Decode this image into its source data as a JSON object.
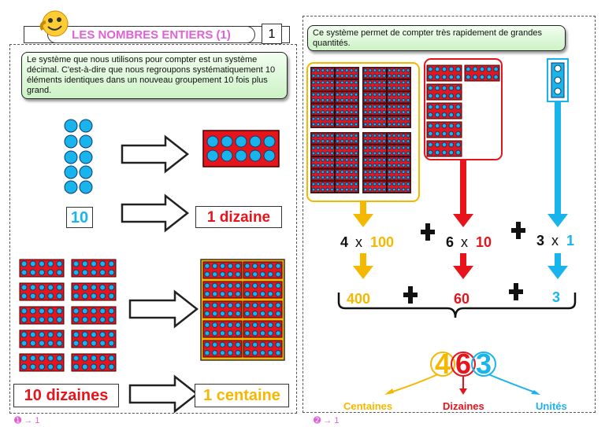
{
  "left": {
    "title": "LES NOMBRES ENTIERS (1)",
    "page_number": "1",
    "intro": "Le système que nous utilisons pour compter est un système décimal. C'est-à-dire que nous regroupons systématiquement 10 éléments identiques dans un nouveau groupement 10 fois plus grand.",
    "label_ten": "10",
    "label_one_ten": "1 dizaine",
    "label_ten_tens": "10 dizaines",
    "label_one_hundred": "1 centaine",
    "footer": "➊ → 1"
  },
  "right": {
    "intro": "Ce système permet de compter très rapidement de grandes quantités.",
    "eq_hundreds_count": "4",
    "eq_hundreds_unit": "100",
    "eq_tens_count": "6",
    "eq_tens_unit": "10",
    "eq_ones_count": "3",
    "eq_ones_unit": "1",
    "times": "x",
    "res_hundreds": "400",
    "res_tens": "60",
    "res_ones": "3",
    "digit_hundreds": "4",
    "digit_tens": "6",
    "digit_ones": "3",
    "name_hundreds": "Centaines",
    "name_tens": "Dizaines",
    "name_ones": "Unités",
    "footer": "➋ → 1"
  },
  "colors": {
    "orange": "#f5b800",
    "red": "#e8141c",
    "blue": "#1ab4ec",
    "pink": "#e061d6"
  }
}
